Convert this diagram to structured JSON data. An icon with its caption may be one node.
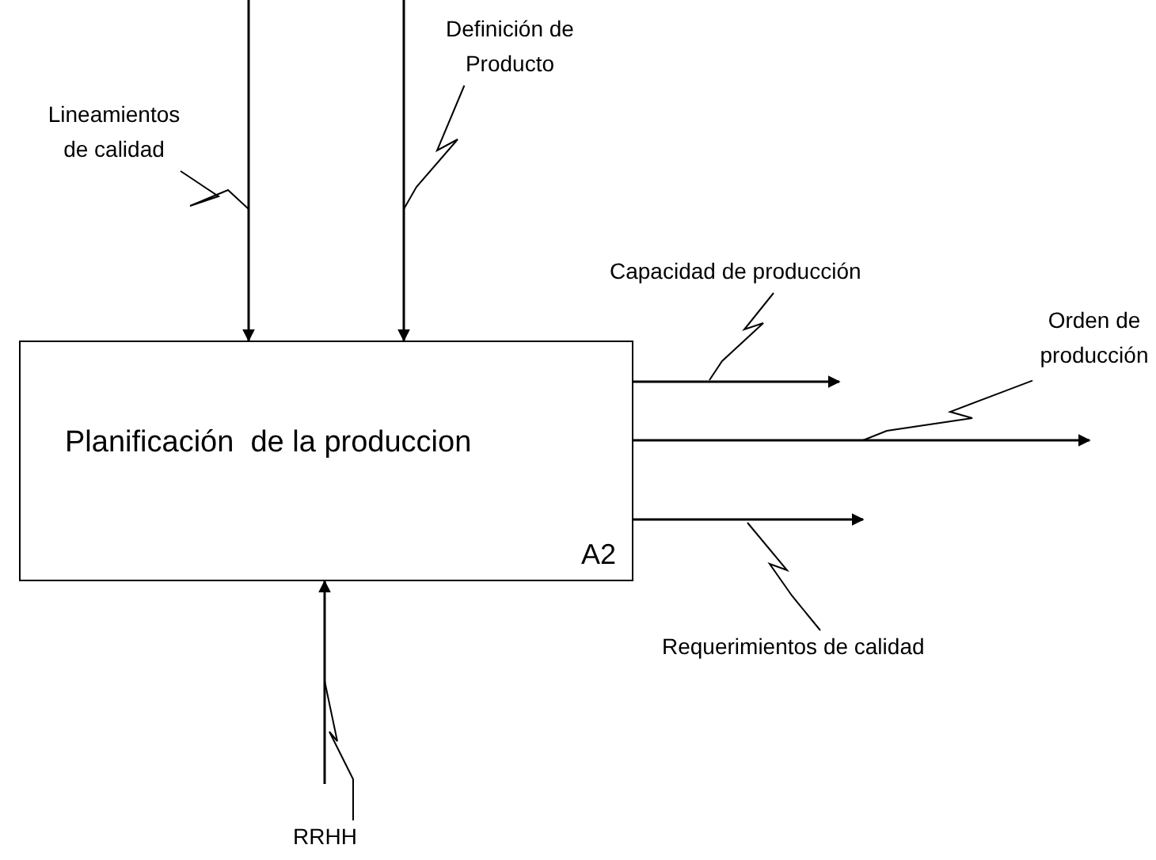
{
  "diagram": {
    "nodes": [
      {
        "text": [
          "Planificación  de la produccion",
          "A2"
        ]
      },
      {
        "text": [
          "Lineamientos de calidad"
        ]
      },
      {
        "text": [
          "Definición de Producto"
        ]
      },
      {
        "text": [
          "Capacidad de producción"
        ]
      },
      {
        "text": [
          "Orden de producción"
        ]
      },
      {
        "text": [
          "Requerimientos de calidad"
        ]
      },
      {
        "text": [
          "RRHH"
        ]
      }
    ],
    "edges": [
      {
        "from": null,
        "to": 0,
        "arrow": "to"
      },
      {
        "from": null,
        "to": 0,
        "arrow": "to"
      },
      {
        "from": 0,
        "to": null,
        "arrow": "to"
      },
      {
        "from": 0,
        "to": null,
        "arrow": "to"
      },
      {
        "from": 0,
        "to": null,
        "arrow": "to"
      },
      {
        "from": null,
        "to": 0,
        "arrow": "to"
      },
      {
        "from": 1,
        "to": null,
        "arrow": "none"
      },
      {
        "from": 2,
        "to": null,
        "arrow": "none"
      },
      {
        "from": 3,
        "to": null,
        "arrow": "none"
      },
      {
        "from": 4,
        "to": null,
        "arrow": "none"
      },
      {
        "from": 5,
        "to": null,
        "arrow": "none"
      },
      {
        "from": 6,
        "to": null,
        "arrow": "none"
      }
    ]
  }
}
